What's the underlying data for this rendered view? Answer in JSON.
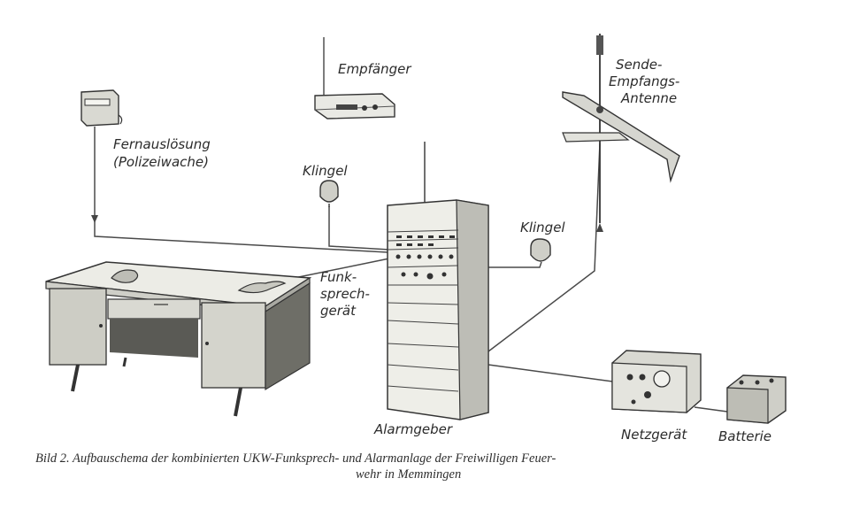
{
  "labels": {
    "empfaenger": "Empfänger",
    "antenna": [
      "Sende-",
      "Empfangs-",
      "Antenne"
    ],
    "fernausloesung": "Fernauslösung",
    "polizeiwache": "(Polizeiwache)",
    "klingel_left": "Klingel",
    "klingel_right": "Klingel",
    "funksprechgeraet": [
      "Funk-",
      "sprech-",
      "gerät"
    ],
    "alarmgeber": "Alarmgeber",
    "netzgeraet": "Netzgerät",
    "batterie": "Batterie"
  },
  "caption": {
    "line1": "Bild 2. Aufbauschema der kombinierten UKW-Funksprech- und Alarmanlage der Freiwilligen Feuer-",
    "line2": "wehr in Memmingen"
  }
}
